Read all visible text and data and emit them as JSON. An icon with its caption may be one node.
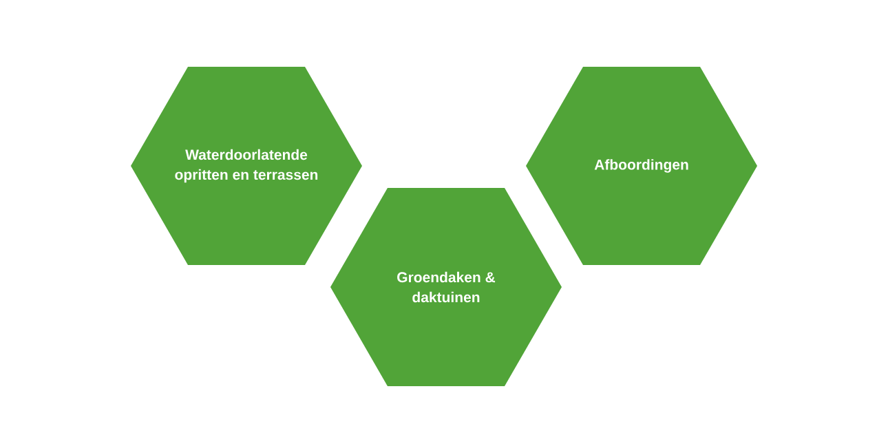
{
  "diagram": {
    "nodes": [
      {
        "text": [
          "Waterdoorlatende opritten en terrassen"
        ]
      },
      {
        "text": [
          "Groendaken & daktuinen"
        ]
      },
      {
        "text": [
          "Afboordingen"
        ]
      }
    ]
  }
}
